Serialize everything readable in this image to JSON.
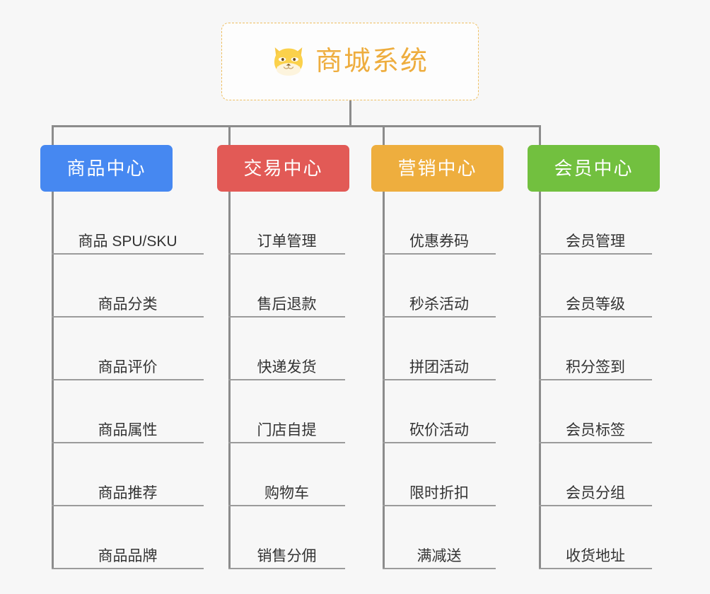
{
  "diagram": {
    "title": "商城系统",
    "root_icon": "shiba-inu-icon",
    "root_border_color": "#eebf62",
    "root_text_color": "#eead3e",
    "background_color": "#f7f7f7",
    "connector_color": "#8c8c8c",
    "leaf_text_color": "#333333",
    "branches": [
      {
        "label": "商品中心",
        "color": "#4688f1",
        "items": [
          "商品 SPU/SKU",
          "商品分类",
          "商品评价",
          "商品属性",
          "商品推荐",
          "商品品牌"
        ]
      },
      {
        "label": "交易中心",
        "color": "#e25a56",
        "items": [
          "订单管理",
          "售后退款",
          "快递发货",
          "门店自提",
          "购物车",
          "销售分佣"
        ]
      },
      {
        "label": "营销中心",
        "color": "#eeae3e",
        "items": [
          "优惠券码",
          "秒杀活动",
          "拼团活动",
          "砍价活动",
          "限时折扣",
          "满减送"
        ]
      },
      {
        "label": "会员中心",
        "color": "#72c03f",
        "items": [
          "会员管理",
          "会员等级",
          "积分签到",
          "会员标签",
          "会员分组",
          "收货地址"
        ]
      }
    ]
  }
}
